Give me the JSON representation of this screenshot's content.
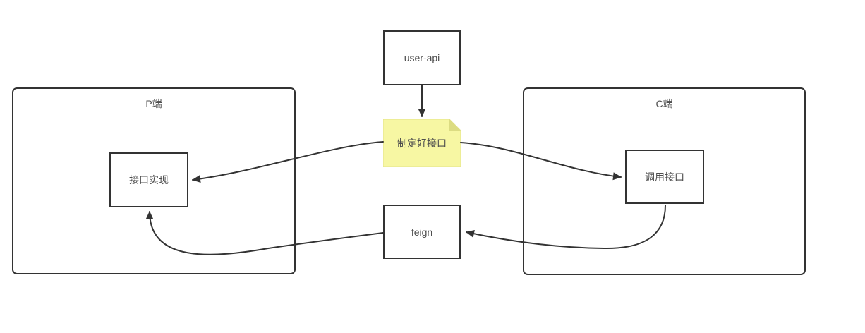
{
  "diagram": {
    "nodes": {
      "user_api": {
        "label": "user-api"
      },
      "note": {
        "label": "制定好接口"
      },
      "p_container": {
        "label": "P端"
      },
      "impl": {
        "label": "接口实现"
      },
      "c_container": {
        "label": "C端"
      },
      "call": {
        "label": "调用接口"
      },
      "feign": {
        "label": "feign"
      }
    },
    "edges": [
      {
        "from": "user-api",
        "to": "制定好接口"
      },
      {
        "from": "制定好接口",
        "to": "接口实现"
      },
      {
        "from": "制定好接口",
        "to": "调用接口"
      },
      {
        "from": "调用接口",
        "to": "feign"
      },
      {
        "from": "feign",
        "to": "接口实现"
      }
    ],
    "colors": {
      "stroke": "#333333",
      "text": "#4d4d4d",
      "background": "#ffffff",
      "note_fill": "#f7f7a3",
      "note_fold": "#dcdc82",
      "note_edge": "#e3e38a"
    }
  }
}
